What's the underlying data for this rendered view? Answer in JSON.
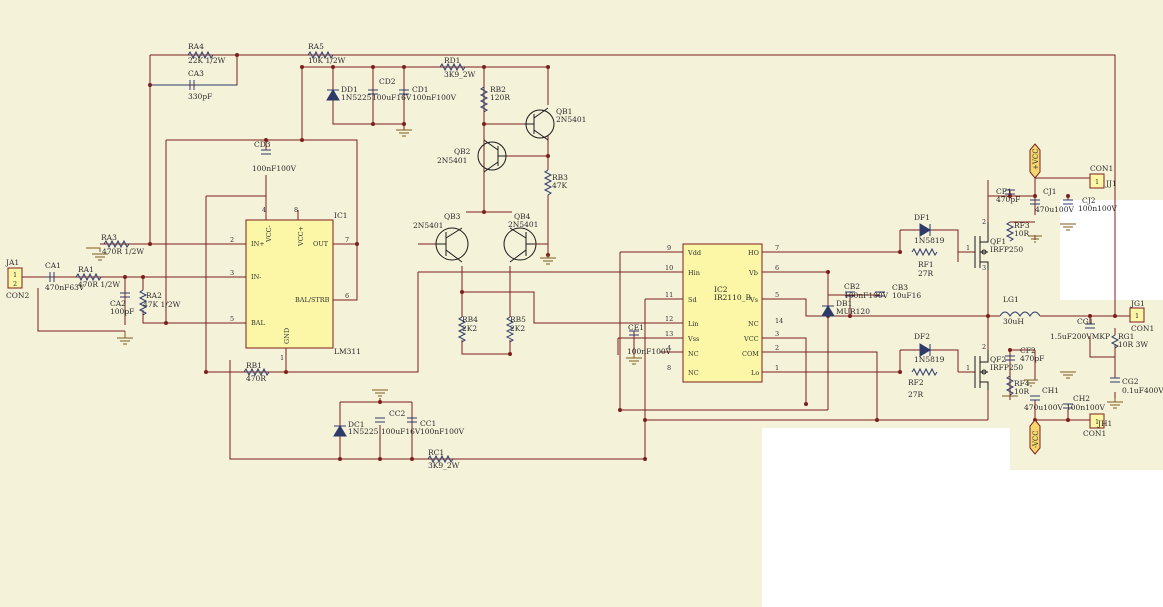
{
  "components": {
    "ra4": {
      "ref": "RA4",
      "val": "22K 1/2W"
    },
    "ca3": {
      "ref": "CA3",
      "val": "330pF"
    },
    "ra5": {
      "ref": "RA5",
      "val": "10K 1/2W"
    },
    "dd1": {
      "ref": "DD1",
      "val": "1N5225"
    },
    "cd2": {
      "ref": "CD2",
      "val": "100uF16V"
    },
    "cd1": {
      "ref": "CD1",
      "val": "100nF100V"
    },
    "rd1": {
      "ref": "RD1",
      "val": "3K9_2W"
    },
    "rb2": {
      "ref": "RB2",
      "val": "120R"
    },
    "qb1": {
      "ref": "QB1",
      "val": "2N5401"
    },
    "qb2": {
      "ref": "QB2",
      "val": "2N5401"
    },
    "rb3": {
      "ref": "RB3",
      "val": "47K"
    },
    "cd3": {
      "ref": "CD3",
      "val": "100nF100V"
    },
    "ic1": {
      "ref": "IC1",
      "val": "LM311"
    },
    "qb3": {
      "ref": "QB3",
      "val": "2N5401"
    },
    "qb4": {
      "ref": "QB4",
      "val": "2N5401"
    },
    "ra3": {
      "ref": "RA3",
      "val": "470R 1/2W"
    },
    "ja1": {
      "ref": "JA1",
      "val": "CON2"
    },
    "ca1": {
      "ref": "CA1",
      "val": "470nF63V"
    },
    "ra1": {
      "ref": "RA1",
      "val": "470R 1/2W"
    },
    "ca2": {
      "ref": "CA2",
      "val": "100pF"
    },
    "ra2": {
      "ref": "RA2",
      "val": "47K 1/2W"
    },
    "rb4": {
      "ref": "RB4",
      "val": "2K2"
    },
    "rb5": {
      "ref": "RB5",
      "val": "2K2"
    },
    "rb1": {
      "ref": "RB1",
      "val": "470R"
    },
    "ce1": {
      "ref": "CE1",
      "val": "100nF100V"
    },
    "ic2": {
      "ref": "IC2",
      "val": "IR2110_B"
    },
    "cb2": {
      "ref": "CB2",
      "val": "100nF100V"
    },
    "cb3": {
      "ref": "CB3",
      "val": "10uF16"
    },
    "db1": {
      "ref": "DB1",
      "val": "MUR120"
    },
    "df1": {
      "ref": "DF1",
      "val": "1N5819"
    },
    "rf1": {
      "ref": "RF1",
      "val": "27R"
    },
    "df2": {
      "ref": "DF2",
      "val": "1N5819"
    },
    "rf2": {
      "ref": "RF2",
      "val": "27R"
    },
    "qf1": {
      "ref": "QF1",
      "val": "IRFP250"
    },
    "qf2": {
      "ref": "QF2",
      "val": "IRFP250"
    },
    "cf1": {
      "ref": "CF1",
      "val": "470pF"
    },
    "rf3": {
      "ref": "RF3",
      "val": "10R"
    },
    "cj1": {
      "ref": "CJ1",
      "val": "470u100V"
    },
    "cj2": {
      "ref": "CJ2",
      "val": "100n100V"
    },
    "jj1": {
      "ref": "JJ1",
      "val": "CON1"
    },
    "cf2": {
      "ref": "CF2",
      "val": "470pF"
    },
    "rf4": {
      "ref": "RF4",
      "val": "10R"
    },
    "ch1": {
      "ref": "CH1",
      "val": "470u100V"
    },
    "ch2": {
      "ref": "CH2",
      "val": "100n100V"
    },
    "jh1": {
      "ref": "JH1",
      "val": "CON1"
    },
    "lg1": {
      "ref": "LG1",
      "val": "30uH"
    },
    "cg1": {
      "ref": "CG1",
      "val": "1.5uF200VMKP"
    },
    "rg1": {
      "ref": "RG1",
      "val": "10R 3W"
    },
    "cg2": {
      "ref": "CG2",
      "val": "0.1uF400V"
    },
    "jg1": {
      "ref": "JG1",
      "val": "CON1"
    },
    "dc1": {
      "ref": "DC1",
      "val": "1N5225"
    },
    "cc2": {
      "ref": "CC2",
      "val": "100uF16V"
    },
    "cc1": {
      "ref": "CC1",
      "val": "100nF100V"
    },
    "rc1": {
      "ref": "RC1",
      "val": "3K9_2W"
    }
  },
  "ic1_pins": {
    "n2": "2",
    "n3": "3",
    "n5": "5",
    "n7": "7",
    "n6": "6",
    "n4": "4",
    "n8": "8",
    "n1": "1",
    "inp": "IN+",
    "inn": "IN-",
    "bal": "BAL",
    "out": "OUT",
    "balstrb": "BAL/STRB",
    "vccm": "VCC-",
    "vccp": "VCC+",
    "gnd": "GND"
  },
  "ic2_pins": {
    "n9": "9",
    "n10": "10",
    "n11": "11",
    "n12": "12",
    "n13": "13",
    "n4": "4",
    "n8": "8",
    "n7": "7",
    "n6": "6",
    "n5": "5",
    "n14": "14",
    "n3": "3",
    "n2": "2",
    "n1": "1",
    "vdd": "Vdd",
    "hin": "Hin",
    "sd": "Sd",
    "lin": "Lin",
    "vss": "Vss",
    "nc1": "NC",
    "nc2": "NC",
    "ho": "HO",
    "vb": "Vb",
    "vs": "Vs",
    "nc3": "NC",
    "vcc": "VCC",
    "com": "COM",
    "lo": "Lo"
  },
  "pins": {
    "one": "1",
    "two": "2",
    "three": "3",
    "ja1_1": "1",
    "ja1_2": "2",
    "jj1": "1",
    "jh1": "1",
    "jg1": "1"
  },
  "nets": {
    "vcc_plus": "+VCC",
    "vcc_minus": "-VCC"
  },
  "colors": {
    "sheet": "#f4f2d9",
    "wire": "#7d1f1f",
    "part": "#2e3a6a",
    "chip_fill": "#fbf7a6",
    "rail_fill": "#f5d76e"
  }
}
